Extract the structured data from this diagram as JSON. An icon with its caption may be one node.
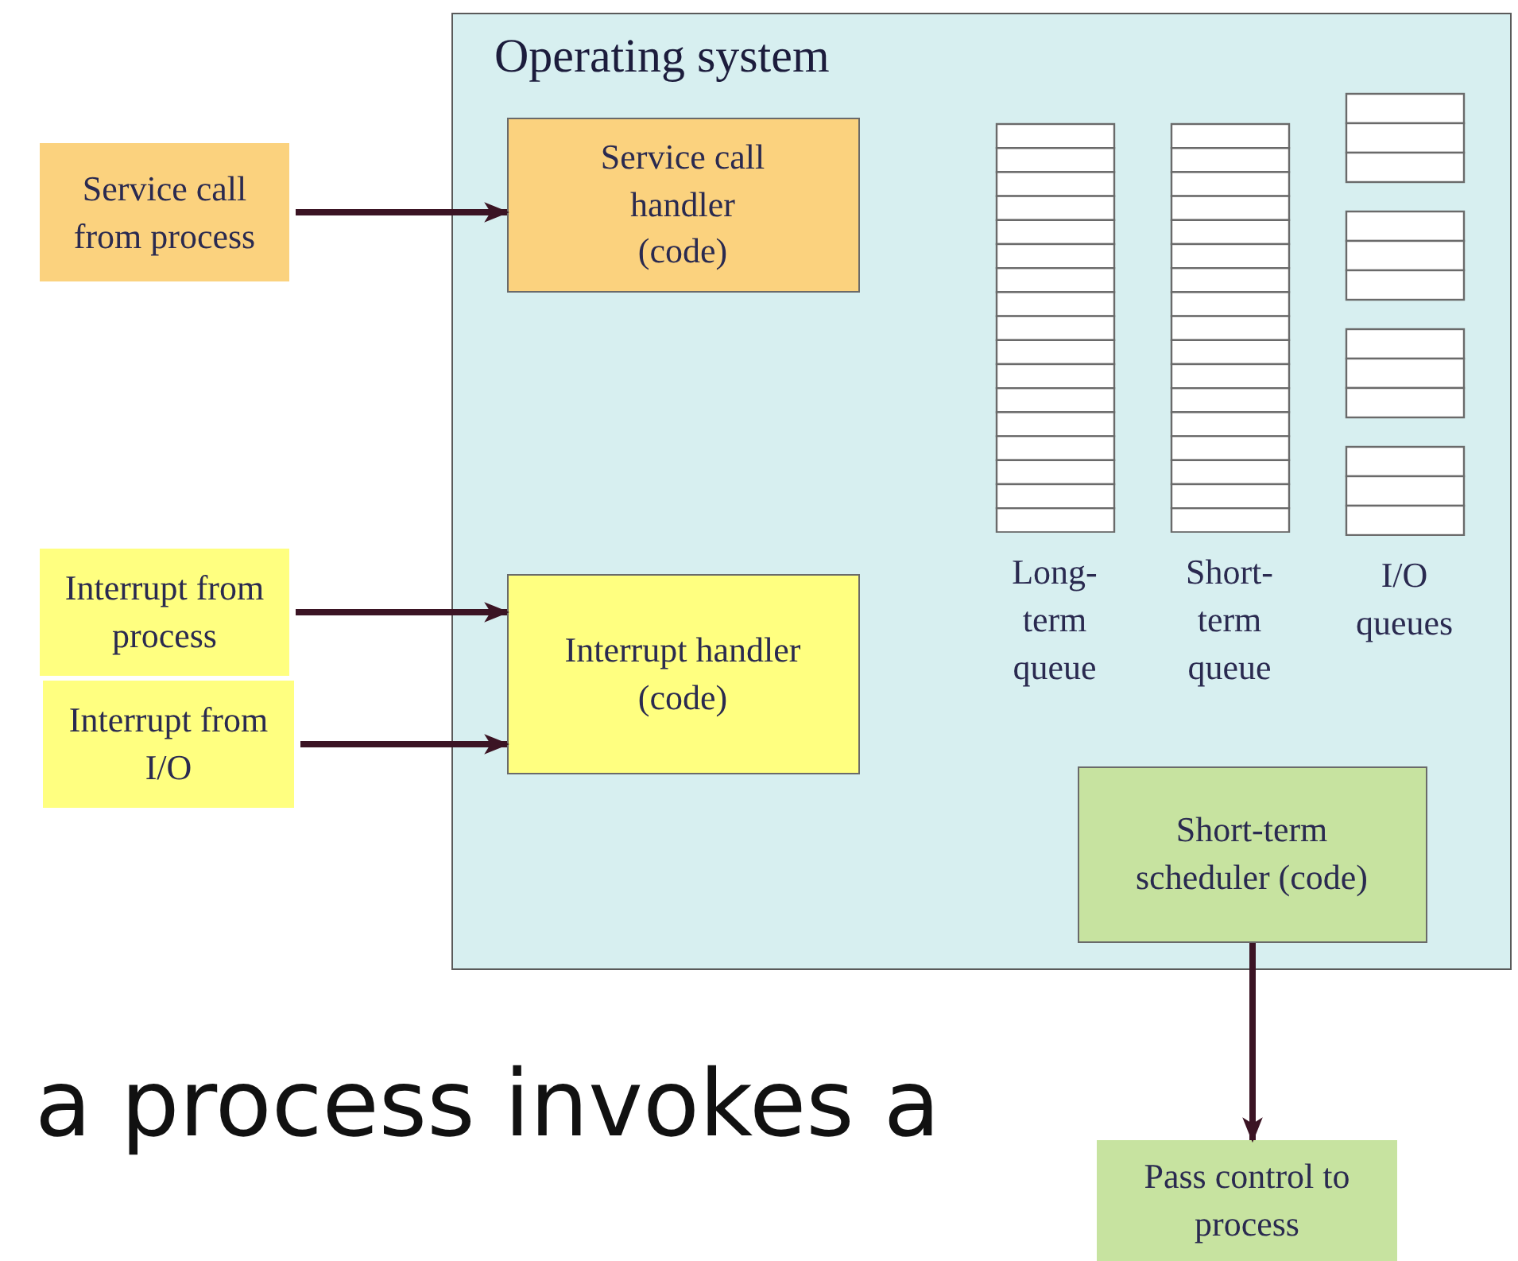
{
  "diagram": {
    "nodes": [
      {
        "text": [
          "Operating system"
        ]
      },
      {
        "text": [
          "Service call from process"
        ]
      },
      {
        "text": [
          "Service call handler (code)"
        ],
        "in": 0
      },
      {
        "text": [
          "Interrupt from process"
        ]
      },
      {
        "text": [
          "Interrupt from I/O"
        ]
      },
      {
        "text": [
          "Interrupt handler (code)"
        ],
        "in": 0
      },
      {
        "text": [
          "Long-term queue"
        ],
        "in": 0
      },
      {
        "text": [
          "Short-term queue"
        ],
        "in": 0
      },
      {
        "text": [
          "I/O queues"
        ],
        "in": 0
      },
      {
        "text": [
          "Short-term scheduler (code)"
        ],
        "in": 0
      },
      {
        "text": [
          "Pass control to process"
        ]
      }
    ],
    "edges": [
      {
        "from": 1,
        "to": 2,
        "arrow": "to"
      },
      {
        "from": 3,
        "to": 5,
        "arrow": "to"
      },
      {
        "from": 4,
        "to": 5,
        "arrow": "to"
      },
      {
        "from": 9,
        "to": 10,
        "arrow": "to"
      }
    ],
    "labels": [
      "a process invokes a"
    ]
  }
}
